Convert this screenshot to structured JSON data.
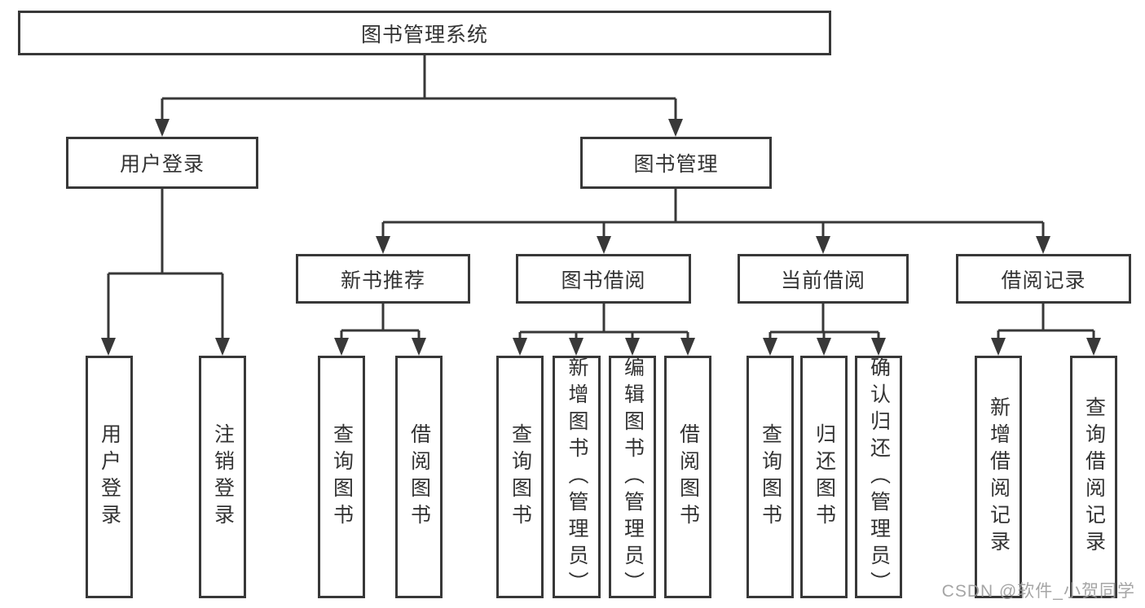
{
  "diagram": {
    "root": {
      "label": "图书管理系统"
    },
    "level2": [
      {
        "id": "user-login",
        "label": "用户登录"
      },
      {
        "id": "book-management",
        "label": "图书管理"
      }
    ],
    "level3": [
      {
        "id": "new-book-recommend",
        "label": "新书推荐"
      },
      {
        "id": "book-borrow",
        "label": "图书借阅"
      },
      {
        "id": "current-borrow",
        "label": "当前借阅"
      },
      {
        "id": "borrow-records",
        "label": "借阅记录"
      }
    ],
    "leaves": {
      "user_login": [
        "用户登录",
        "注销登录"
      ],
      "new_book": [
        "查询图书",
        "借阅图书"
      ],
      "book_borrow": [
        "查询图书",
        "新增图书（管理员）",
        "编辑图书（管理员）",
        "借阅图书"
      ],
      "current_borrow": [
        "查询图书",
        "归还图书",
        "确认归还（管理员）"
      ],
      "borrow_records": [
        "新增借阅记录",
        "查询借阅记录"
      ]
    }
  },
  "watermark": "CSDN @软件_小贺同学",
  "colors": {
    "line": "#383838",
    "text": "#333333",
    "watermark": "#9c9c9c",
    "background": "#ffffff"
  }
}
